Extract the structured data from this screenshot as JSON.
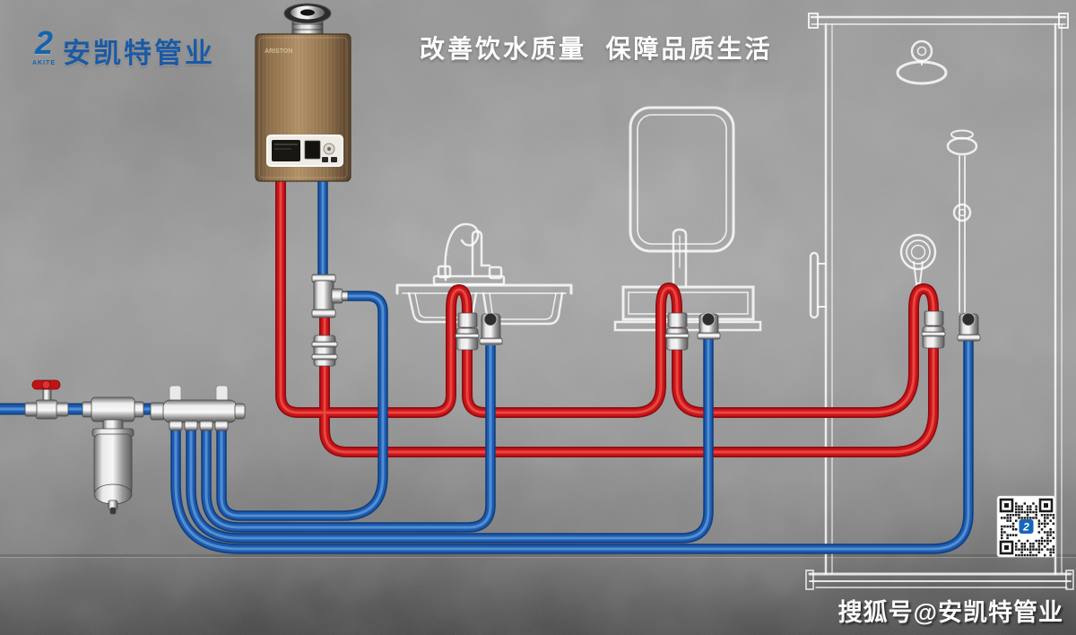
{
  "poster": {
    "slogan": "改善饮水质量  保障品质生活",
    "watermark": "搜狐号@安凯特管业"
  },
  "brand": {
    "name": "安凯特管业",
    "logo_mark": "2",
    "logo_sub": "AKITE",
    "color": "#1b5aa5"
  },
  "heater": {
    "brand": "ARISTON",
    "type": "wall-mounted gas water heater"
  },
  "components": {
    "main_valve": "shutoff-valve (red handle)",
    "prefilter": "stainless pre-filter canister",
    "manifold": "4-port water distribution manifold",
    "kitchen_sink": "double-bowl sink with faucet (white outline)",
    "mirror": "wall mirror (white outline)",
    "basin": "wash basin vanity (white outline)",
    "shower": "shower enclosure with ceiling head, hand shower rail and mixer (white outline)",
    "qr_code": "brand qr-code"
  },
  "colors": {
    "hot_pipe": "#c9151b",
    "cold_pipe": "#1d5cb0",
    "fixture_lines": "#ffffff",
    "wall": "#9a9a9a",
    "heater_body": "#9c7c55"
  }
}
